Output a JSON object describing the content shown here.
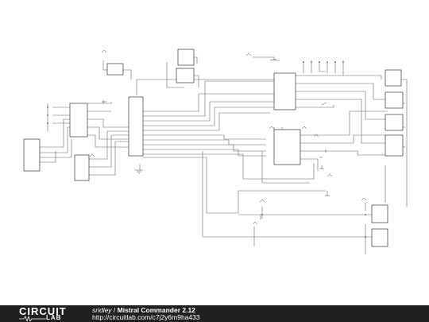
{
  "footer": {
    "logo_word": "CIRCUIT",
    "logo_sub": "LAB",
    "author": "sridley",
    "separator": " / ",
    "title": "Mistral Commander 2.12",
    "url": "http://circuitlab.com/c7j2y6m9ha433"
  },
  "colors": {
    "wire": "#666666",
    "component": "#333333",
    "footer_bg": "#202020"
  },
  "components": [
    {
      "id": "connector-left"
    },
    {
      "id": "ic-u1-left"
    },
    {
      "id": "ic-main-controller"
    },
    {
      "id": "ic-small-left-bottom"
    },
    {
      "id": "regulator-top"
    },
    {
      "id": "module-top-1"
    },
    {
      "id": "module-top-2"
    },
    {
      "id": "ic-driver-right-top"
    },
    {
      "id": "ic-driver-right-mid"
    },
    {
      "id": "relay-r1"
    },
    {
      "id": "relay-r2"
    },
    {
      "id": "relay-r3"
    },
    {
      "id": "relay-r4"
    },
    {
      "id": "relay-r5"
    },
    {
      "id": "relay-r6"
    }
  ]
}
